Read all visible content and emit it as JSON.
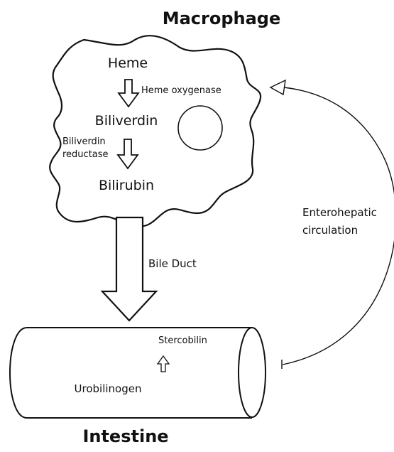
{
  "titles": {
    "macrophage": "Macrophage",
    "intestine": "Intestine"
  },
  "macrophage": {
    "heme": "Heme",
    "enzyme1": "Heme oxygenase",
    "biliverdin": "Biliverdin",
    "enzyme2_line1": "Biliverdin",
    "enzyme2_line2": "reductase",
    "bilirubin": "Bilirubin"
  },
  "transport": {
    "bile_duct": "Bile Duct",
    "circulation_line1": "Enterohepatic",
    "circulation_line2": "circulation"
  },
  "intestine": {
    "stercobilin": "Stercobilin",
    "urobilinogen": "Urobilinogen"
  },
  "colors": {
    "stroke": "#111111",
    "background": "#ffffff"
  }
}
